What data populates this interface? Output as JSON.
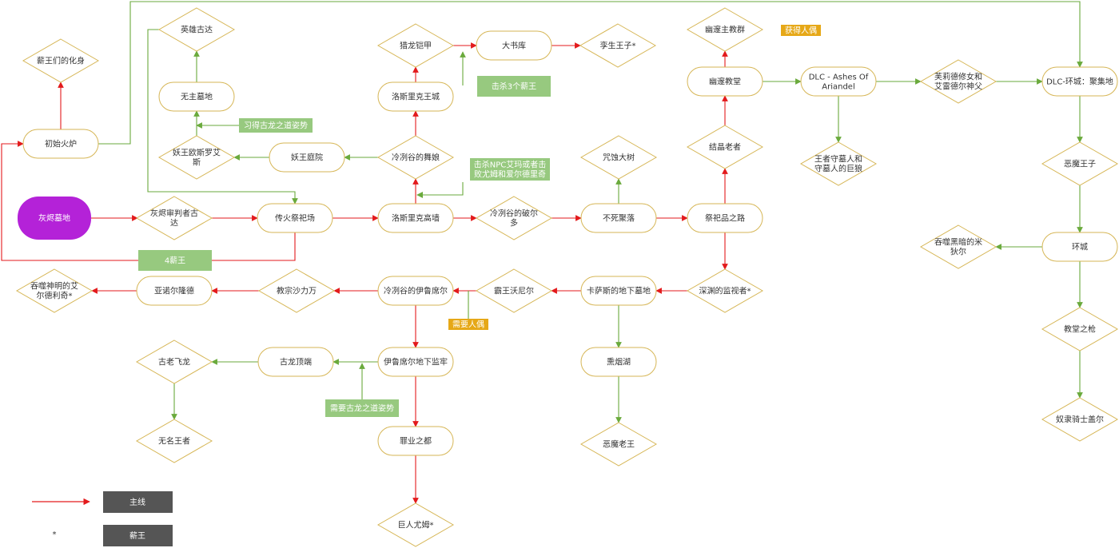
{
  "colors": {
    "main": "#e31a1c",
    "side": "#6aaa3c",
    "node_stroke": "#d6b656",
    "note_green": "#97c97f",
    "note_gold": "#e6a817",
    "start_fill": "#b422d8",
    "legend_fill": "#555555"
  },
  "nodes": [
    {
      "id": "start",
      "shape": "start",
      "label": "灰烬墓地"
    },
    {
      "id": "judge",
      "shape": "diamond",
      "label": "灰烬审判者古\n达"
    },
    {
      "id": "shrine",
      "shape": "round",
      "label": "传火祭祀场"
    },
    {
      "id": "hwall",
      "shape": "round",
      "label": "洛斯里克高墙"
    },
    {
      "id": "vordt",
      "shape": "diamond",
      "label": "冷冽谷的破尔\n多"
    },
    {
      "id": "undead",
      "shape": "round",
      "label": "不死聚落"
    },
    {
      "id": "cursetree",
      "shape": "diamond",
      "label": "咒蚀大树"
    },
    {
      "id": "sacrif",
      "shape": "round",
      "label": "祭祀品之路"
    },
    {
      "id": "crystal",
      "shape": "diamond",
      "label": "结晶老者"
    },
    {
      "id": "deep",
      "shape": "round",
      "label": "幽邃教堂"
    },
    {
      "id": "deacons",
      "shape": "diamond",
      "label": "幽邃主教群"
    },
    {
      "id": "dlc1",
      "shape": "round",
      "label": "DLC - Ashes Of\nAriandel"
    },
    {
      "id": "grave",
      "shape": "diamond",
      "label": "王者守墓人和\n守墓人的巨狼"
    },
    {
      "id": "friede",
      "shape": "diamond",
      "label": "芙莉德修女和\n艾雷德尔神父"
    },
    {
      "id": "dlc3",
      "shape": "round",
      "label": "DLC-环城：聚集地"
    },
    {
      "id": "demonp",
      "shape": "diamond",
      "label": "恶魔王子"
    },
    {
      "id": "ringed",
      "shape": "round",
      "label": "环城"
    },
    {
      "id": "midir",
      "shape": "diamond",
      "label": "吞噬黑暗的米\n狄尔"
    },
    {
      "id": "spear",
      "shape": "diamond",
      "label": "教堂之枪"
    },
    {
      "id": "gael",
      "shape": "diamond",
      "label": "奴隶骑士盖尔"
    },
    {
      "id": "firelink",
      "shape": "round",
      "label": "初始火炉"
    },
    {
      "id": "soul",
      "shape": "diamond",
      "label": "薪王们的化身"
    },
    {
      "id": "dancer",
      "shape": "diamond",
      "label": "冷冽谷的舞娘"
    },
    {
      "id": "lcastle",
      "shape": "round",
      "label": "洛斯里克王城"
    },
    {
      "id": "armour",
      "shape": "diamond",
      "label": "猎龙铠甲"
    },
    {
      "id": "library",
      "shape": "round",
      "label": "大书库"
    },
    {
      "id": "twins",
      "shape": "diamond",
      "label": "孪生王子*"
    },
    {
      "id": "hero",
      "shape": "diamond",
      "label": "英雄古达"
    },
    {
      "id": "untended",
      "shape": "round",
      "label": "无主墓地"
    },
    {
      "id": "oceiros",
      "shape": "diamond",
      "label": "妖王欧斯罗艾\n斯"
    },
    {
      "id": "garden",
      "shape": "round",
      "label": "妖王庭院"
    },
    {
      "id": "abyss",
      "shape": "diamond",
      "label": "深渊的监视者*"
    },
    {
      "id": "catac",
      "shape": "round",
      "label": "卡萨斯的地下墓地"
    },
    {
      "id": "wolnir",
      "shape": "diamond",
      "label": "霸王沃尼尔"
    },
    {
      "id": "irithyll",
      "shape": "round",
      "label": "冷冽谷的伊鲁席尔"
    },
    {
      "id": "pontiff",
      "shape": "diamond",
      "label": "教宗沙力万"
    },
    {
      "id": "anor",
      "shape": "round",
      "label": "亚诺尔隆德"
    },
    {
      "id": "aldrich",
      "shape": "diamond",
      "label": "吞噬神明的艾\n尔德利奇*"
    },
    {
      "id": "smoulder",
      "shape": "round",
      "label": "熏烟湖"
    },
    {
      "id": "demonk",
      "shape": "diamond",
      "label": "恶魔老王"
    },
    {
      "id": "dungeon",
      "shape": "round",
      "label": "伊鲁席尔地下监牢"
    },
    {
      "id": "archd",
      "shape": "round",
      "label": "古龙顶端"
    },
    {
      "id": "ancient",
      "shape": "diamond",
      "label": "古老飞龙"
    },
    {
      "id": "nameless",
      "shape": "diamond",
      "label": "无名王者"
    },
    {
      "id": "profaned",
      "shape": "round",
      "label": "罪业之都"
    },
    {
      "id": "yhorm",
      "shape": "diamond",
      "label": "巨人尤姆*"
    }
  ],
  "notes": [
    {
      "id": "n_lords4",
      "kind": "green",
      "label": "4薪王"
    },
    {
      "id": "n_kill3",
      "kind": "green",
      "label": "击杀3个薪王"
    },
    {
      "id": "n_gesture",
      "kind": "green",
      "label": "习得古龙之道姿势"
    },
    {
      "id": "n_npc",
      "kind": "green",
      "label": "击杀NPC艾玛或者击\n败尤姆和爱尔德里奇"
    },
    {
      "id": "n_need_gesture",
      "kind": "green",
      "label": "需要古龙之道姿势"
    },
    {
      "id": "n_get_doll",
      "kind": "gold",
      "label": "获得人偶"
    },
    {
      "id": "n_need_doll",
      "kind": "gold",
      "label": "需要人偶"
    }
  ],
  "legend": {
    "main_label": "主线",
    "star_symbol": "*",
    "star_label": "薪王"
  }
}
